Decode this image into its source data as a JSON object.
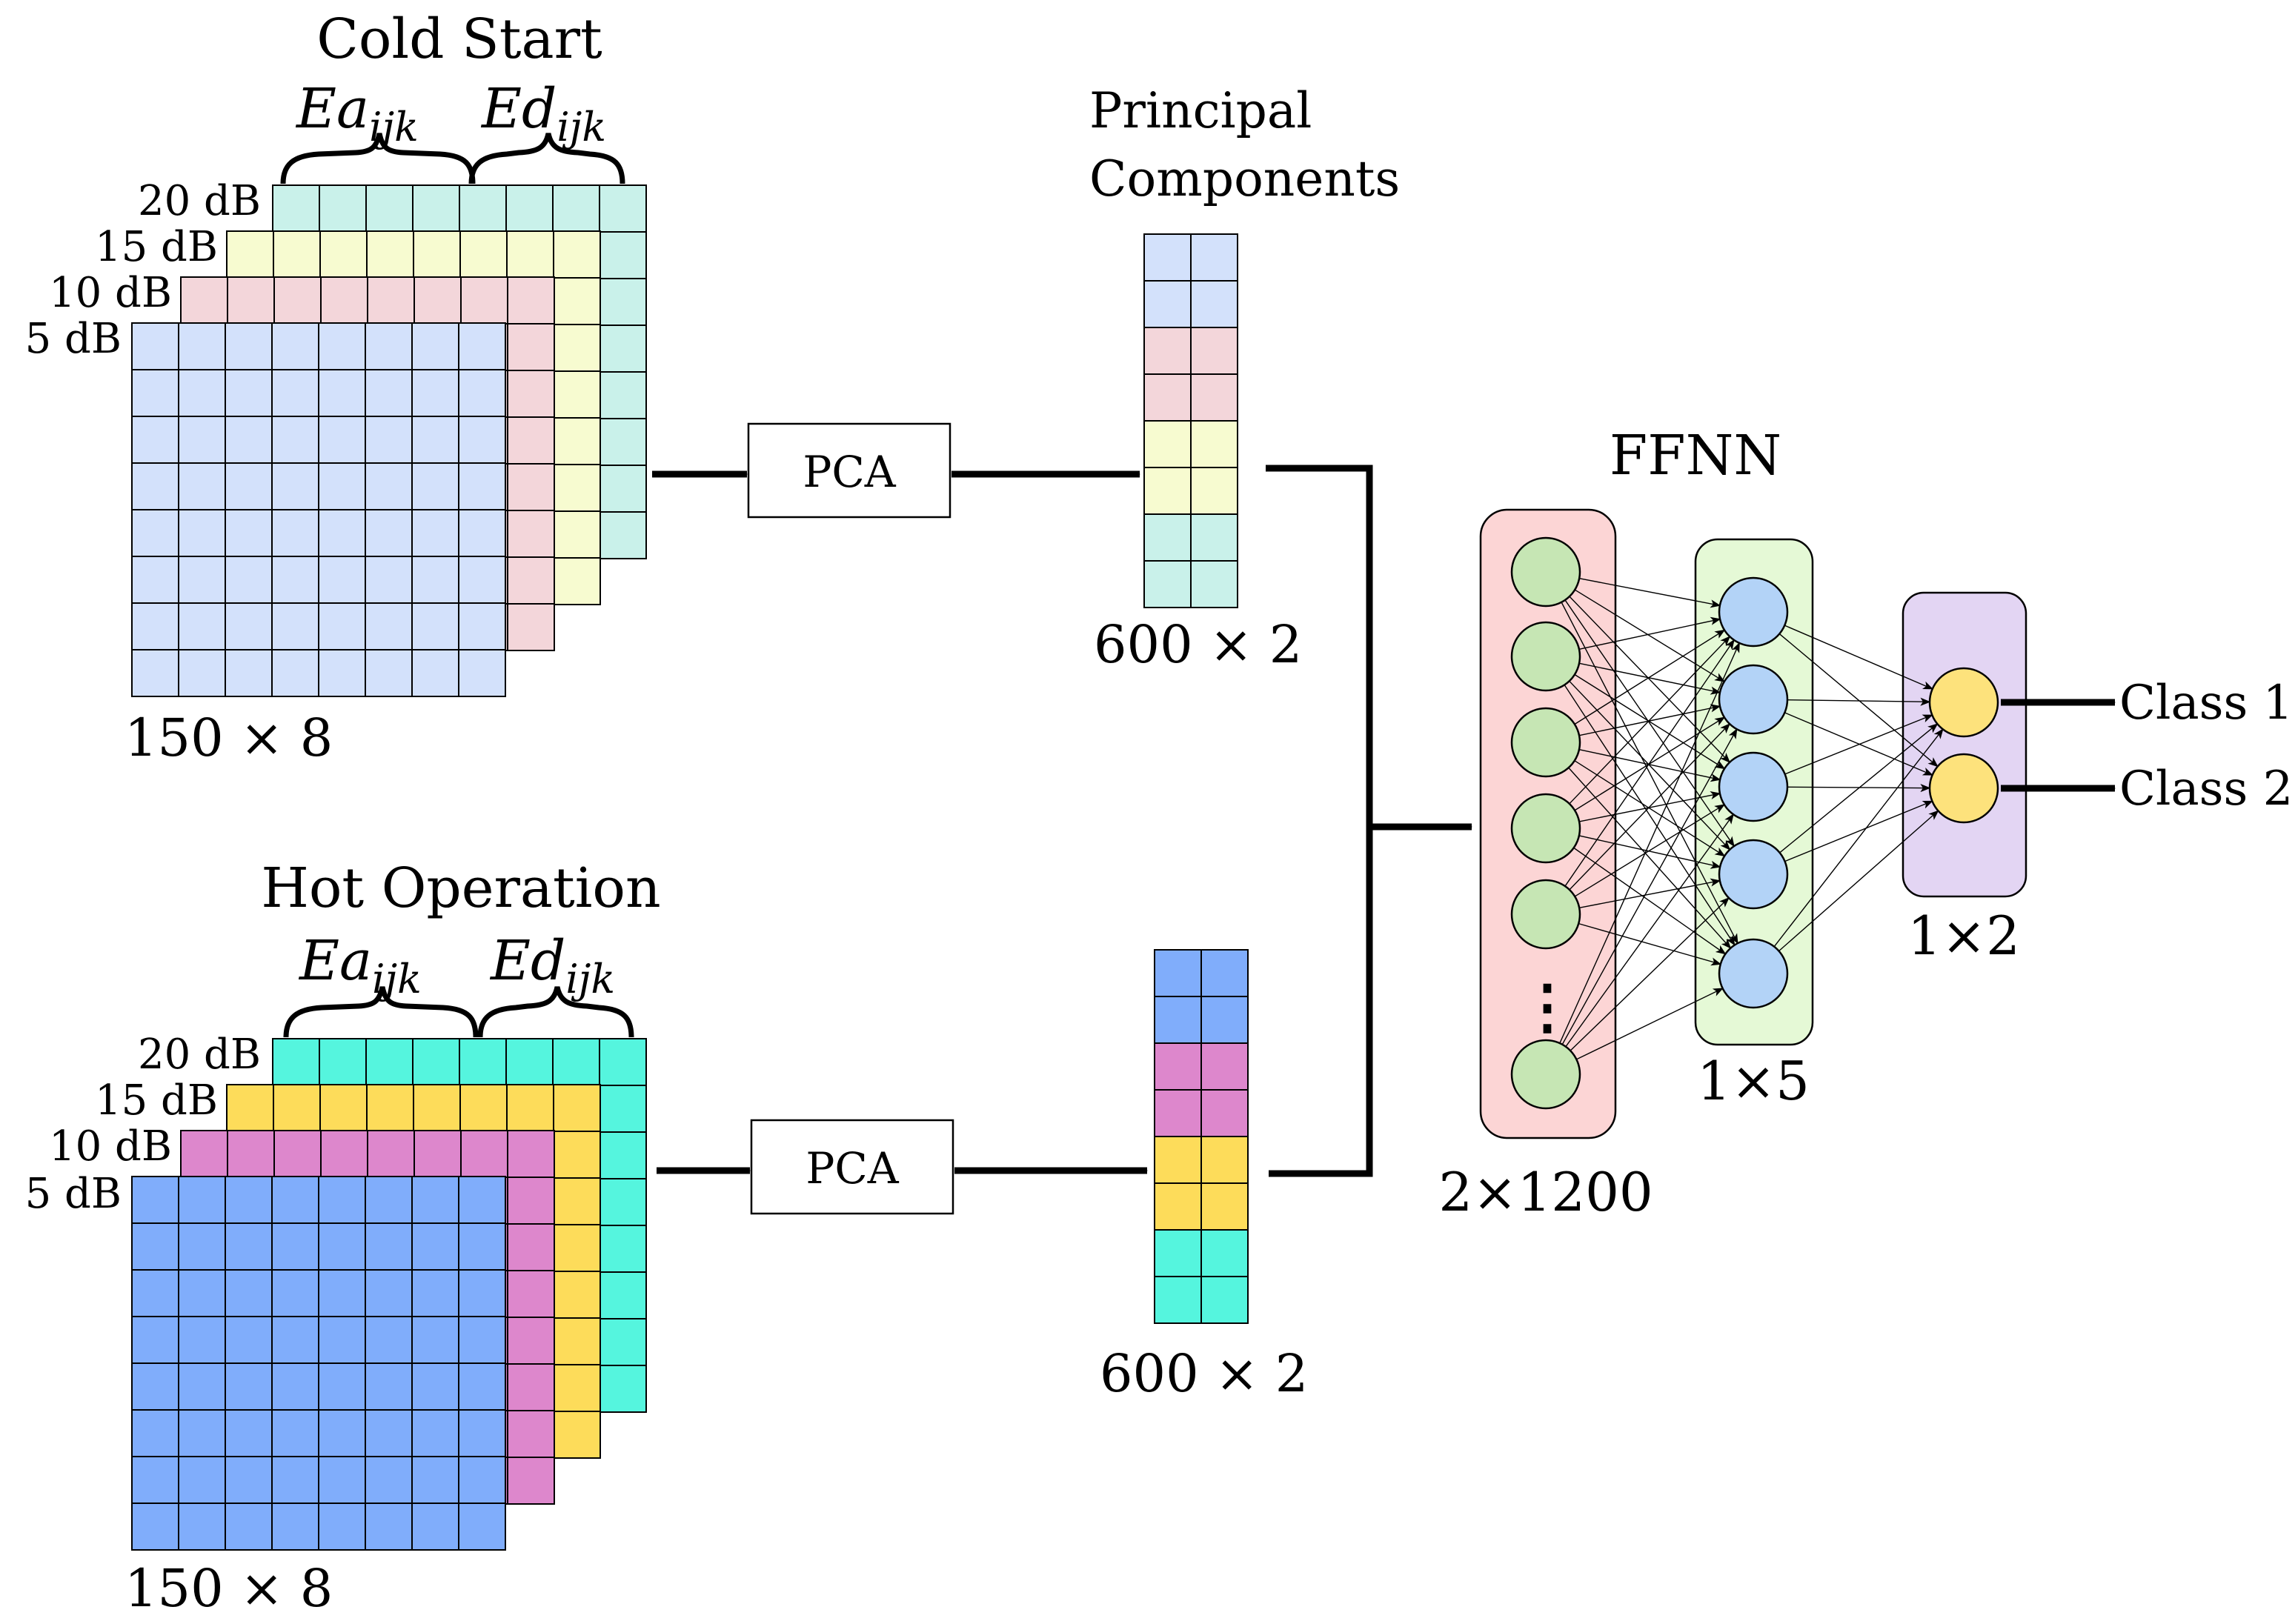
{
  "cold": {
    "title": "Cold Start",
    "brace_left": {
      "main": "Ea",
      "sub": "ijk"
    },
    "brace_right": {
      "main": "Ed",
      "sub": "ijk"
    },
    "layers": [
      {
        "label": "20 dB",
        "color": "#c9f1ea"
      },
      {
        "label": "15 dB",
        "color": "#f7fbd0"
      },
      {
        "label": "10 dB",
        "color": "#f3d6da"
      },
      {
        "label": "5 dB",
        "color": "#d3e1fb"
      }
    ],
    "size": "150 × 8",
    "pca": "PCA",
    "pc_title_1": "Principal",
    "pc_title_2": "Components",
    "pc_size": "600 × 2",
    "pc_colors": [
      "#d3e1fb",
      "#f3d6da",
      "#f7fbd0",
      "#c9f1ea"
    ]
  },
  "hot": {
    "title": "Hot Operation",
    "brace_left": {
      "main": "Ea",
      "sub": "ijk"
    },
    "brace_right": {
      "main": "Ed",
      "sub": "ijk"
    },
    "layers": [
      {
        "label": "20 dB",
        "color": "#55f5de"
      },
      {
        "label": "15 dB",
        "color": "#fddc5a"
      },
      {
        "label": "10 dB",
        "color": "#dd87cc"
      },
      {
        "label": "5 dB",
        "color": "#80adfb"
      }
    ],
    "size": "150 × 8",
    "pca": "PCA",
    "pc_size": "600 × 2",
    "pc_colors": [
      "#80adfb",
      "#dd87cc",
      "#fddc5a",
      "#55f5de"
    ]
  },
  "ffnn": {
    "title": "FFNN",
    "input": {
      "label": "2×1200",
      "box_color": "#fcd5d5",
      "node_color": "#c6e6b4",
      "ellipsis": "⋮"
    },
    "hidden": {
      "label": "1×5",
      "box_color": "#e5f9d6",
      "node_color": "#b3d3f7"
    },
    "output": {
      "label": "1×2",
      "box_color": "#e3d5f3",
      "node_color": "#fde27c"
    },
    "classes": [
      "Class 1",
      "Class 2"
    ]
  }
}
